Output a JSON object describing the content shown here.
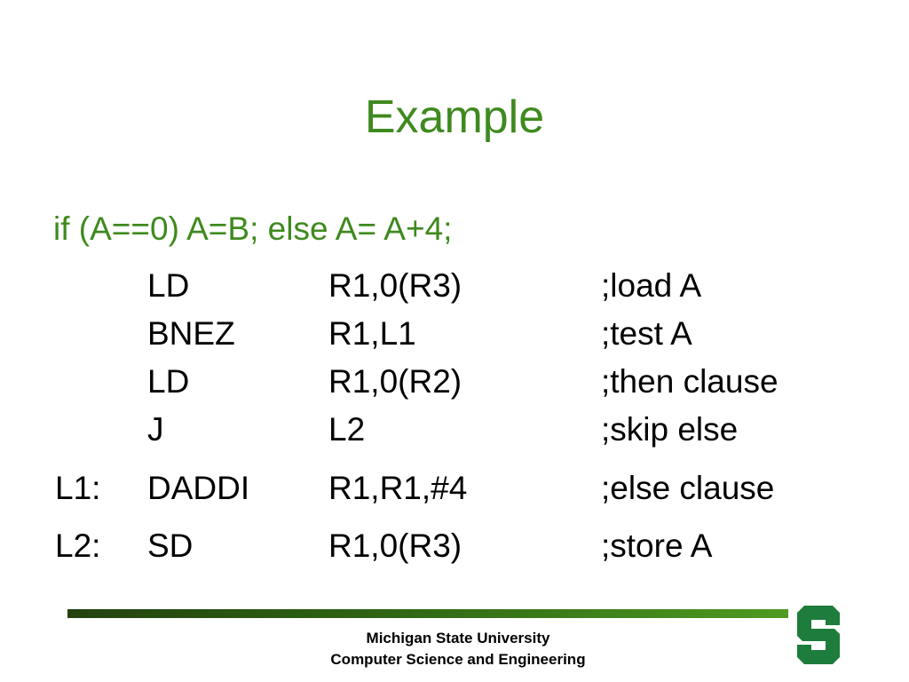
{
  "slide": {
    "title": "Example",
    "subtitle": "if (A==0) A=B; else A= A+4;",
    "code_rows": [
      {
        "label": "",
        "op": "LD",
        "args": "R1,0(R3)",
        "comment": ";load A"
      },
      {
        "label": "",
        "op": "BNEZ",
        "args": "R1,L1",
        "comment": ";test A"
      },
      {
        "label": "",
        "op": "LD",
        "args": "R1,0(R2)",
        "comment": ";then clause"
      },
      {
        "label": "",
        "op": "J",
        "args": "L2",
        "comment": ";skip else"
      },
      {
        "label": "L1:",
        "op": "DADDI",
        "args": "R1,R1,#4",
        "comment": ";else clause"
      },
      {
        "label": "L2:",
        "op": "SD",
        "args": "R1,0(R3)",
        "comment": ";store A"
      }
    ]
  },
  "footer": {
    "line1": "Michigan State University",
    "line2": "Computer Science and Engineering"
  },
  "colors": {
    "title_green": "#3f8a1e",
    "logo_green": "#1e7c3c"
  },
  "logo": {
    "icon": "msu-spartan-s-logo"
  }
}
